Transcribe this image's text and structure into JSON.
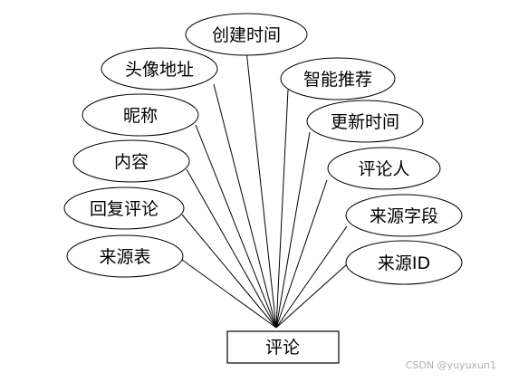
{
  "entity": {
    "label": "评论"
  },
  "attributes": [
    {
      "label": "创建时间"
    },
    {
      "label": "头像地址"
    },
    {
      "label": "智能推荐"
    },
    {
      "label": "昵称"
    },
    {
      "label": "更新时间"
    },
    {
      "label": "内容"
    },
    {
      "label": "评论人"
    },
    {
      "label": "回复评论"
    },
    {
      "label": "来源字段"
    },
    {
      "label": "来源表"
    },
    {
      "label": "来源ID"
    }
  ],
  "watermark": "CSDN @yuyuxun1"
}
